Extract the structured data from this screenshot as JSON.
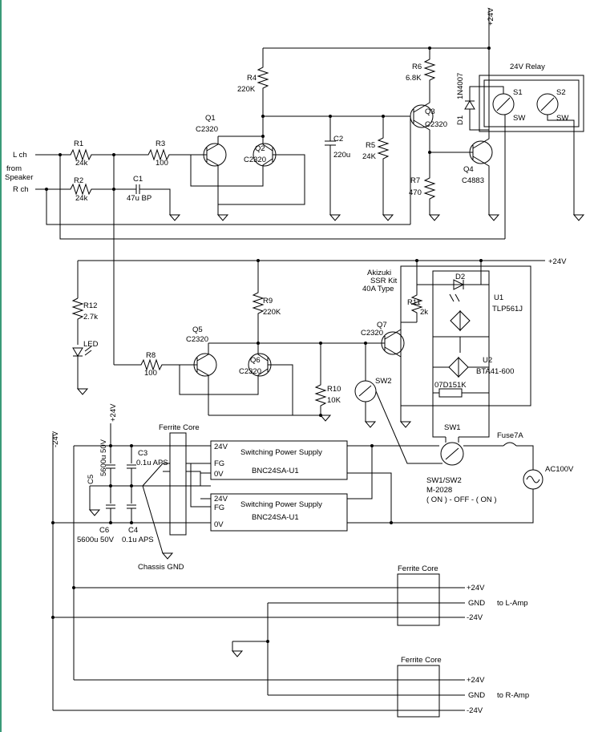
{
  "labels": {
    "lch": "L ch",
    "rch": "R ch",
    "from": "from",
    "speaker": "Speaker",
    "r1": "R1",
    "r1v": "24k",
    "r2": "R2",
    "r2v": "24k",
    "r3": "R3",
    "r3v": "100",
    "c1": "C1",
    "c1v": "47u BP",
    "q1": "Q1",
    "q1v": "C2320",
    "q2": "Q2",
    "q2v": "C2320",
    "r4": "R4",
    "r4v": "220K",
    "c2": "C2",
    "c2v": "220u",
    "r5": "R5",
    "r5v": "24K",
    "r6": "R6",
    "r6v": "6.8K",
    "q3": "Q3",
    "q3v": "C2320",
    "r7": "R7",
    "r7v": "470",
    "q4": "Q4",
    "q4v": "C4883",
    "d1": "D1",
    "d1v": "1N4007",
    "s1": "S1",
    "s2": "S2",
    "sw": "SW",
    "relay": "24V Relay",
    "v24top": "+24V",
    "v24mid": "+24V",
    "ssr1": "Akizuki",
    "ssr2": "SSR Kit",
    "ssr3": "40A Type",
    "d2": "D2",
    "u1": "U1",
    "u1v": "TLP561J",
    "u2": "U2",
    "u2v": "BTA41-600",
    "varistor": "07D151K",
    "r11": "R11",
    "r11v": "2k",
    "r12": "R12",
    "r12v": "2.7k",
    "led": "LED",
    "r8": "R8",
    "r8v": "100",
    "q5": "Q5",
    "q5v": "C2320",
    "q6": "Q6",
    "q6v": "C2320",
    "r9": "R9",
    "r9v": "220K",
    "q7": "Q7",
    "q7v": "C2320",
    "r10": "R10",
    "r10v": "10K",
    "sw2": "SW2",
    "sw1": "SW1",
    "fuse": "Fuse7A",
    "ac": "AC100V",
    "swnote1": "SW1/SW2",
    "swnote2": "M-2028",
    "swnote3": "( ON ) - OFF - ( ON )",
    "psu_pos": "+24V",
    "psu_neg": "-24V",
    "ferrite1": "Ferrite Core",
    "c3": "C3",
    "c3v": "0.1u APS",
    "c4": "C4",
    "c4v": "0.1u APS",
    "c5": "C5",
    "c5v": "5600u 50V",
    "c6v": "5600u 50V",
    "c6": "C6",
    "chassis": "Chassis GND",
    "psu_title": "Switching Power Supply",
    "psu_model": "BNC24SA-U1",
    "pin24": "24V",
    "pinfg": "FG",
    "pin0": "0V",
    "ferrite2": "Ferrite Core",
    "ferrite3": "Ferrite Core",
    "out_pos": "+24V",
    "out_gnd": "GND",
    "out_neg": "-24V",
    "lamp": "to L-Amp",
    "ramp": "to R-Amp"
  },
  "colors": {
    "left_border": "#3a9a78",
    "ink": "#000000"
  }
}
